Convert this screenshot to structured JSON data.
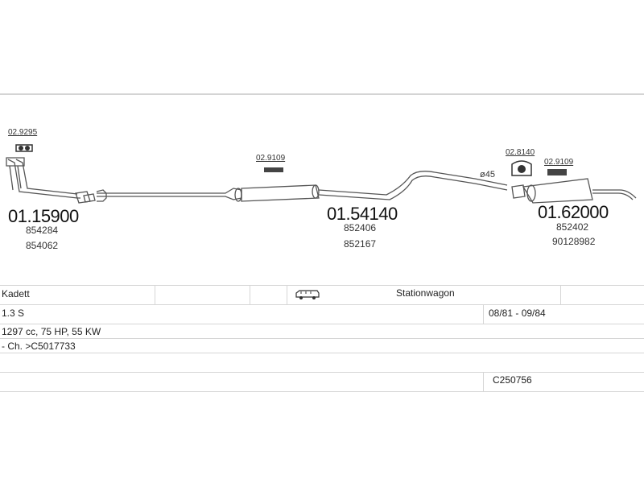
{
  "parts": [
    {
      "number": "01.15900",
      "refs": [
        "854284",
        "854062"
      ]
    },
    {
      "number": "01.54140",
      "refs": [
        "852406",
        "852167"
      ]
    },
    {
      "number": "01.62000",
      "refs": [
        "852402",
        "90128982"
      ]
    }
  ],
  "clamps": [
    "02.9295",
    "02.9109",
    "02.8140",
    "02.9109"
  ],
  "diameter_label": "ø45",
  "table": {
    "model": "Kadett",
    "body_type": "Stationwagon",
    "body_icon": "van-icon",
    "engine": "1.3 S",
    "years": "08/81 - 09/84",
    "specs": "1297 cc, 75 HP, 55 KW",
    "chassis": "- Ch. >C5017733",
    "code": "C250756"
  }
}
